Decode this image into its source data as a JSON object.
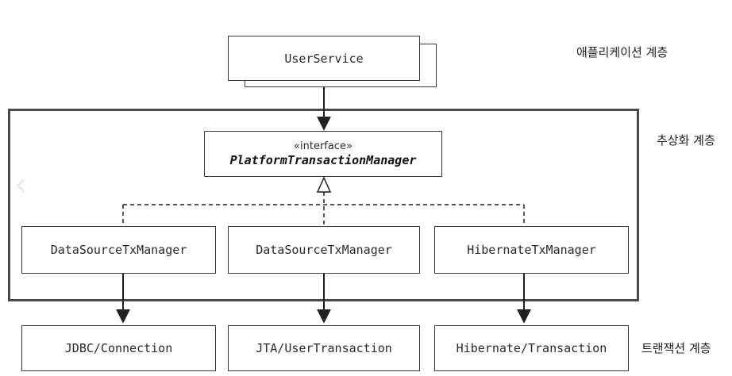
{
  "layers": {
    "application": "애플리케이션 계층",
    "abstraction": "추상화 계층",
    "transaction": "트랜잭션 계층"
  },
  "application_box": {
    "label": "UserService"
  },
  "interface_box": {
    "stereotype": "«interface»",
    "name": "PlatformTransactionManager"
  },
  "implementations": [
    {
      "label": "DataSourceTxManager"
    },
    {
      "label": "DataSourceTxManager"
    },
    {
      "label": "HibernateTxManager"
    }
  ],
  "technologies": [
    {
      "label": "JDBC/Connection"
    },
    {
      "label": "JTA/UserTransaction"
    },
    {
      "label": "Hibernate/Transaction"
    }
  ],
  "nav": {
    "prev_icon": "chevron-left-icon"
  },
  "colors": {
    "line": "#1f1f1f",
    "frame": "#4a4a4a",
    "box_border": "#3a3a3a"
  }
}
